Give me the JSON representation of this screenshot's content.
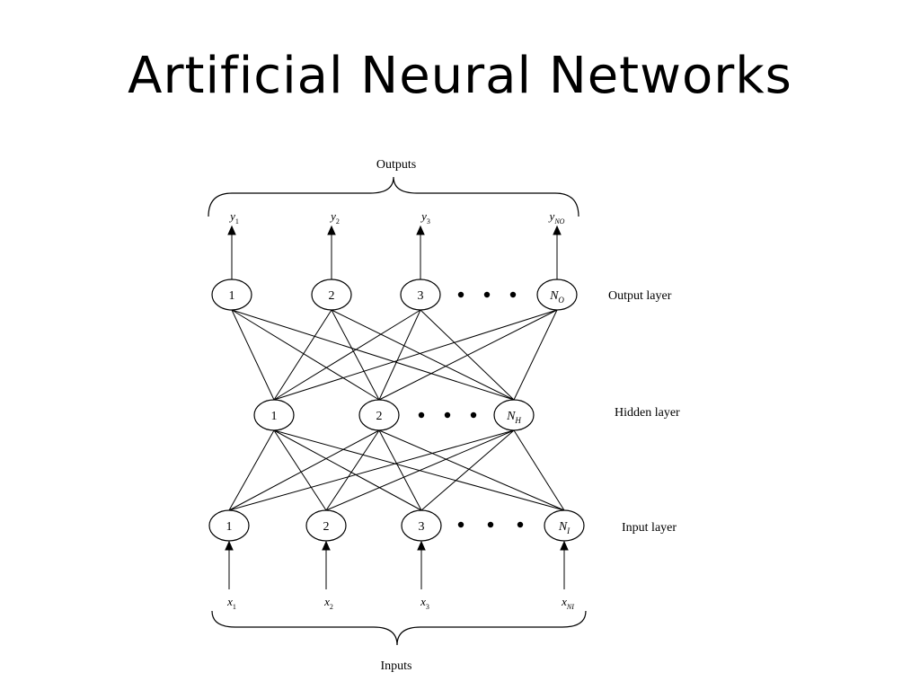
{
  "title": "Artificial Neural Networks",
  "labels": {
    "outputs": "Outputs",
    "inputs": "Inputs",
    "output_layer": "Output layer",
    "hidden_layer": "Hidden layer",
    "input_layer": "Input layer"
  },
  "output_layer": {
    "nodes": [
      {
        "label": "1"
      },
      {
        "label": "2"
      },
      {
        "label": "3"
      },
      {
        "label": "N",
        "sub": "O",
        "italic": true
      }
    ]
  },
  "hidden_layer": {
    "nodes": [
      {
        "label": "1"
      },
      {
        "label": "2"
      },
      {
        "label": "N",
        "sub": "H",
        "italic": true
      }
    ]
  },
  "input_layer": {
    "nodes": [
      {
        "label": "1"
      },
      {
        "label": "2"
      },
      {
        "label": "3"
      },
      {
        "label": "N",
        "sub": "I",
        "italic": true
      }
    ]
  },
  "outputs": [
    {
      "var": "y",
      "sub": "1"
    },
    {
      "var": "y",
      "sub": "2"
    },
    {
      "var": "y",
      "sub": "3"
    },
    {
      "var": "y",
      "sub": "NO"
    }
  ],
  "inputs": [
    {
      "var": "x",
      "sub": "1"
    },
    {
      "var": "x",
      "sub": "2"
    },
    {
      "var": "x",
      "sub": "3"
    },
    {
      "var": "x",
      "sub": "NI"
    }
  ]
}
